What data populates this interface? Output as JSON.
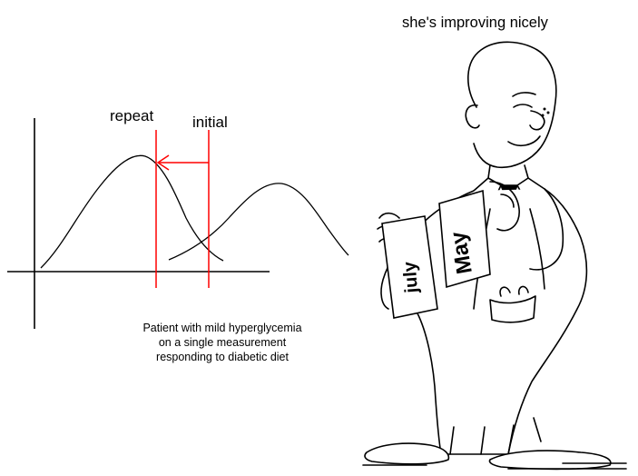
{
  "speech_caption": "she's improving nicely",
  "graph": {
    "label_repeat": "repeat",
    "label_initial": "initial",
    "curve_color": "#000000",
    "marker_color": "#ff0000"
  },
  "caption": {
    "line1": "Patient with mild hyperglycemia",
    "line2": "on a single measurement",
    "line3": "responding to diabetic diet"
  },
  "card_left": {
    "text": "july"
  },
  "card_right": {
    "text": "May"
  },
  "figure": {
    "description_icon": "doctor-illustration"
  }
}
